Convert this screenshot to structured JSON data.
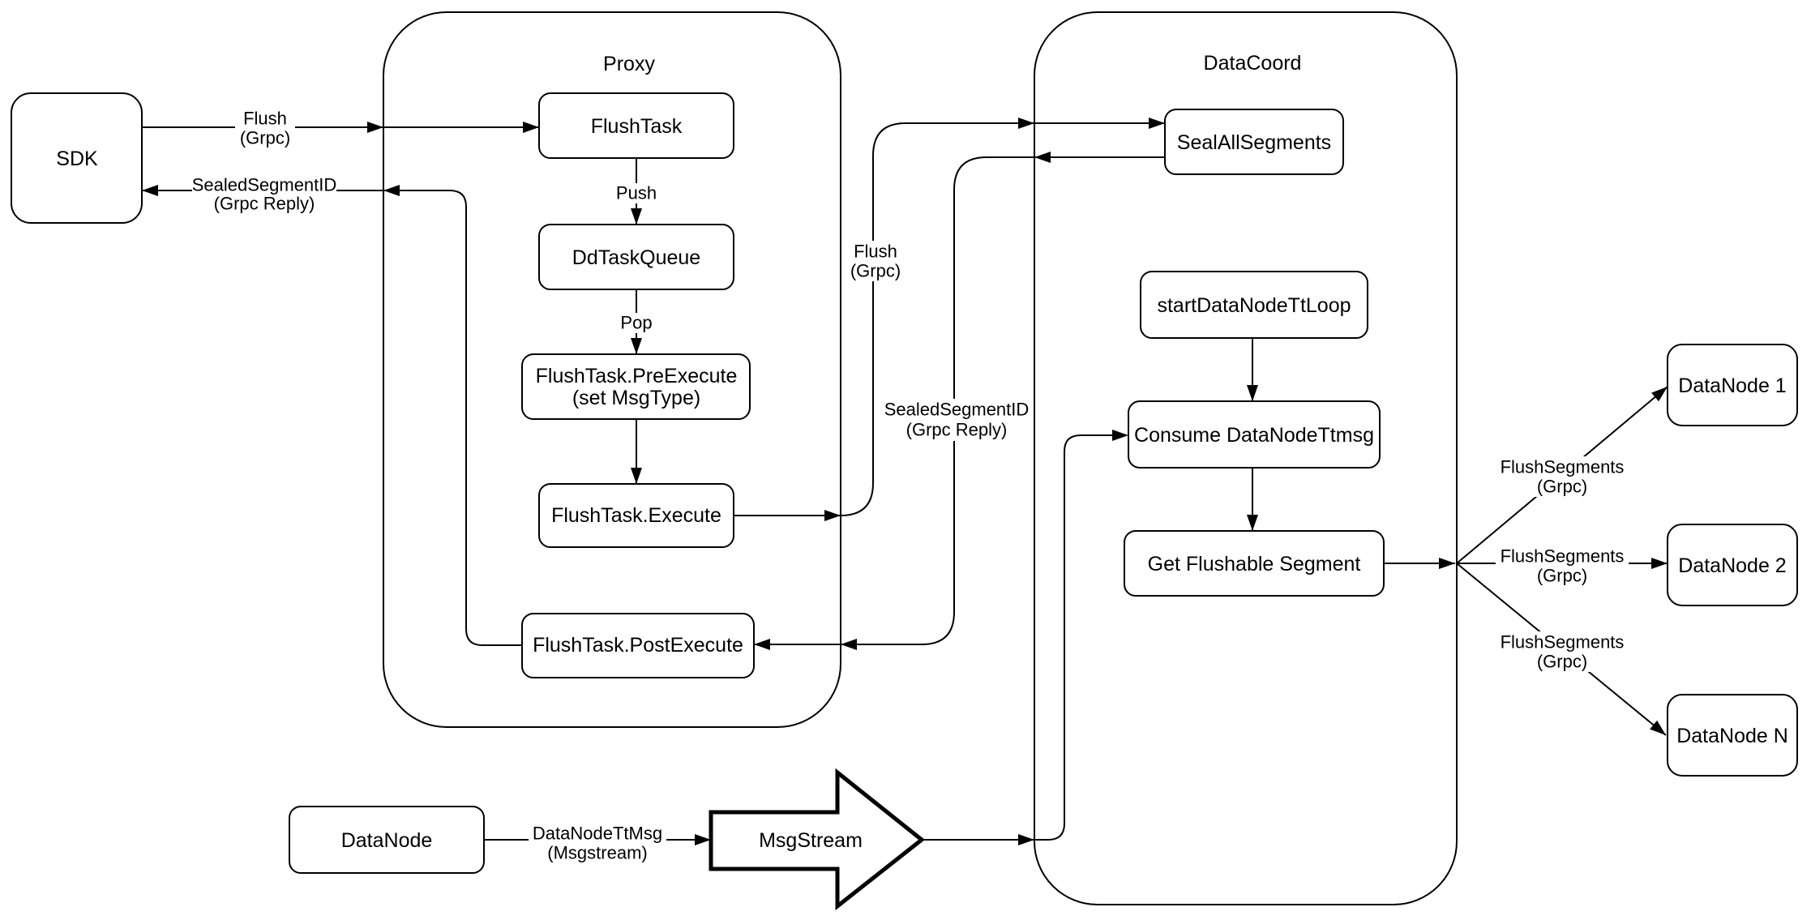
{
  "diagram": {
    "colors": {
      "stroke": "#000000",
      "fill": "#ffffff",
      "background": "#ffffff"
    },
    "containers": {
      "proxy": {
        "label": "Proxy"
      },
      "datacoord": {
        "label": "DataCoord"
      }
    },
    "nodes": {
      "sdk": {
        "label": "SDK"
      },
      "flushtask": {
        "label": "FlushTask"
      },
      "ddtaskqueue": {
        "label": "DdTaskQueue"
      },
      "preexecute": {
        "line1": "FlushTask.PreExecute",
        "line2": "(set MsgType)"
      },
      "execute": {
        "label": "FlushTask.Execute"
      },
      "postexecute": {
        "label": "FlushTask.PostExecute"
      },
      "sealallsegments": {
        "label": "SealAllSegments"
      },
      "startdatanodettloop": {
        "label": "startDataNodeTtLoop"
      },
      "consumedatanodettmsg": {
        "label": "Consume DataNodeTtmsg"
      },
      "getflushablesegment": {
        "label": "Get Flushable Segment"
      },
      "datanode": {
        "label": "DataNode"
      },
      "msgstream": {
        "label": "MsgStream"
      },
      "datanode1": {
        "label": "DataNode 1"
      },
      "datanode2": {
        "label": "DataNode 2"
      },
      "datanoden": {
        "label": "DataNode N"
      }
    },
    "edge_labels": {
      "flush_sdk": {
        "line1": "Flush",
        "line2": "(Grpc)"
      },
      "sealed_sdk": {
        "line1": "SealedSegmentID",
        "line2": "(Grpc Reply)"
      },
      "push": {
        "label": "Push"
      },
      "pop": {
        "label": "Pop"
      },
      "flush_mid": {
        "line1": "Flush",
        "line2": "(Grpc)"
      },
      "sealed_mid": {
        "line1": "SealedSegmentID",
        "line2": "(Grpc Reply)"
      },
      "datanodettmsg": {
        "line1": "DataNodeTtMsg",
        "line2": "(Msgstream)"
      },
      "flushsegments1": {
        "line1": "FlushSegments",
        "line2": "(Grpc)"
      },
      "flushsegments2": {
        "line1": "FlushSegments",
        "line2": "(Grpc)"
      },
      "flushsegments3": {
        "line1": "FlushSegments",
        "line2": "(Grpc)"
      }
    }
  }
}
